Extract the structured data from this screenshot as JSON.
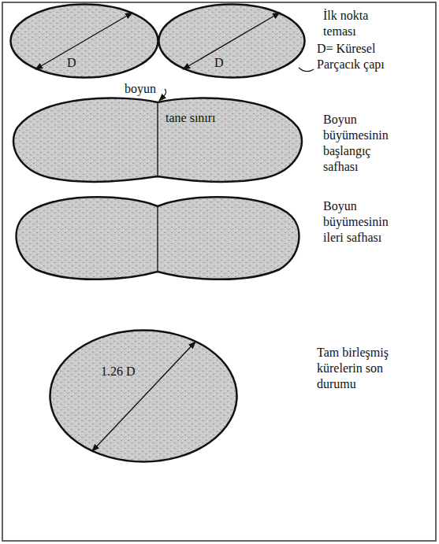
{
  "diagram": {
    "nodes": [
      {
        "text": [
          "D"
        ]
      },
      {
        "text": [
          "D"
        ]
      },
      {
        "text": [
          "tane sınırı"
        ]
      },
      {
        "text": [
          "1.26 D"
        ]
      }
    ],
    "labels": [
      "İlk nokta teması",
      "D= Küresel Parçacık çapı",
      "boyun",
      "Boyun büyümesinin başlangıç safhası",
      "Boyun büyümesinin ileri safhası",
      "Tam birleşmiş kürelerin son durumu"
    ]
  }
}
